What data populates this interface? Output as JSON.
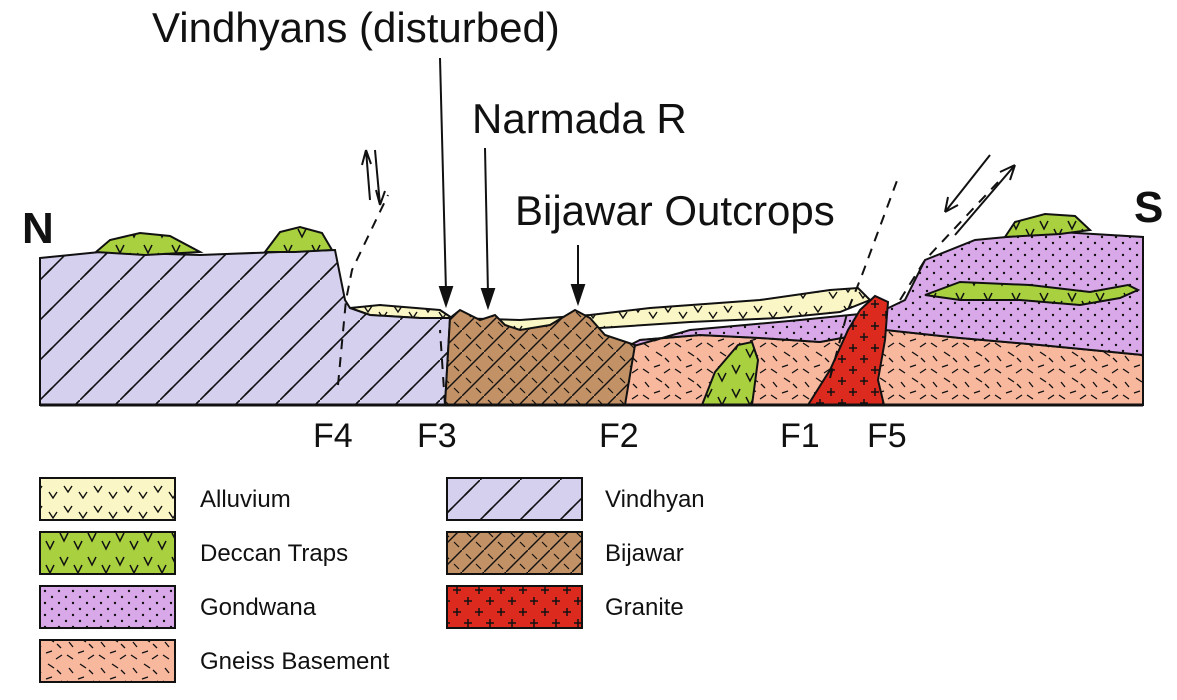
{
  "labels": {
    "north": "N",
    "south": "S",
    "vindhyans_disturbed": "Vindhyans (disturbed)",
    "narmada": "Narmada R",
    "bijawar_outcrops": "Bijawar Outcrops"
  },
  "faults": [
    "F4",
    "F3",
    "F2",
    "F1",
    "F5"
  ],
  "legend": [
    {
      "label": "Alluvium",
      "color": "#fbf6c5",
      "pattern": "alluvium"
    },
    {
      "label": "Deccan Traps",
      "color": "#a9d13f",
      "pattern": "deccan"
    },
    {
      "label": "Gondwana",
      "color": "#d9a8e8",
      "pattern": "gondwana"
    },
    {
      "label": "Gneiss Basement",
      "color": "#f7b89e",
      "pattern": "gneiss"
    },
    {
      "label": "Vindhyan",
      "color": "#d4d0ee",
      "pattern": "vindhyan"
    },
    {
      "label": "Bijawar",
      "color": "#c29266",
      "pattern": "bijawar"
    },
    {
      "label": "Granite",
      "color": "#dd2a1f",
      "pattern": "granite"
    }
  ]
}
